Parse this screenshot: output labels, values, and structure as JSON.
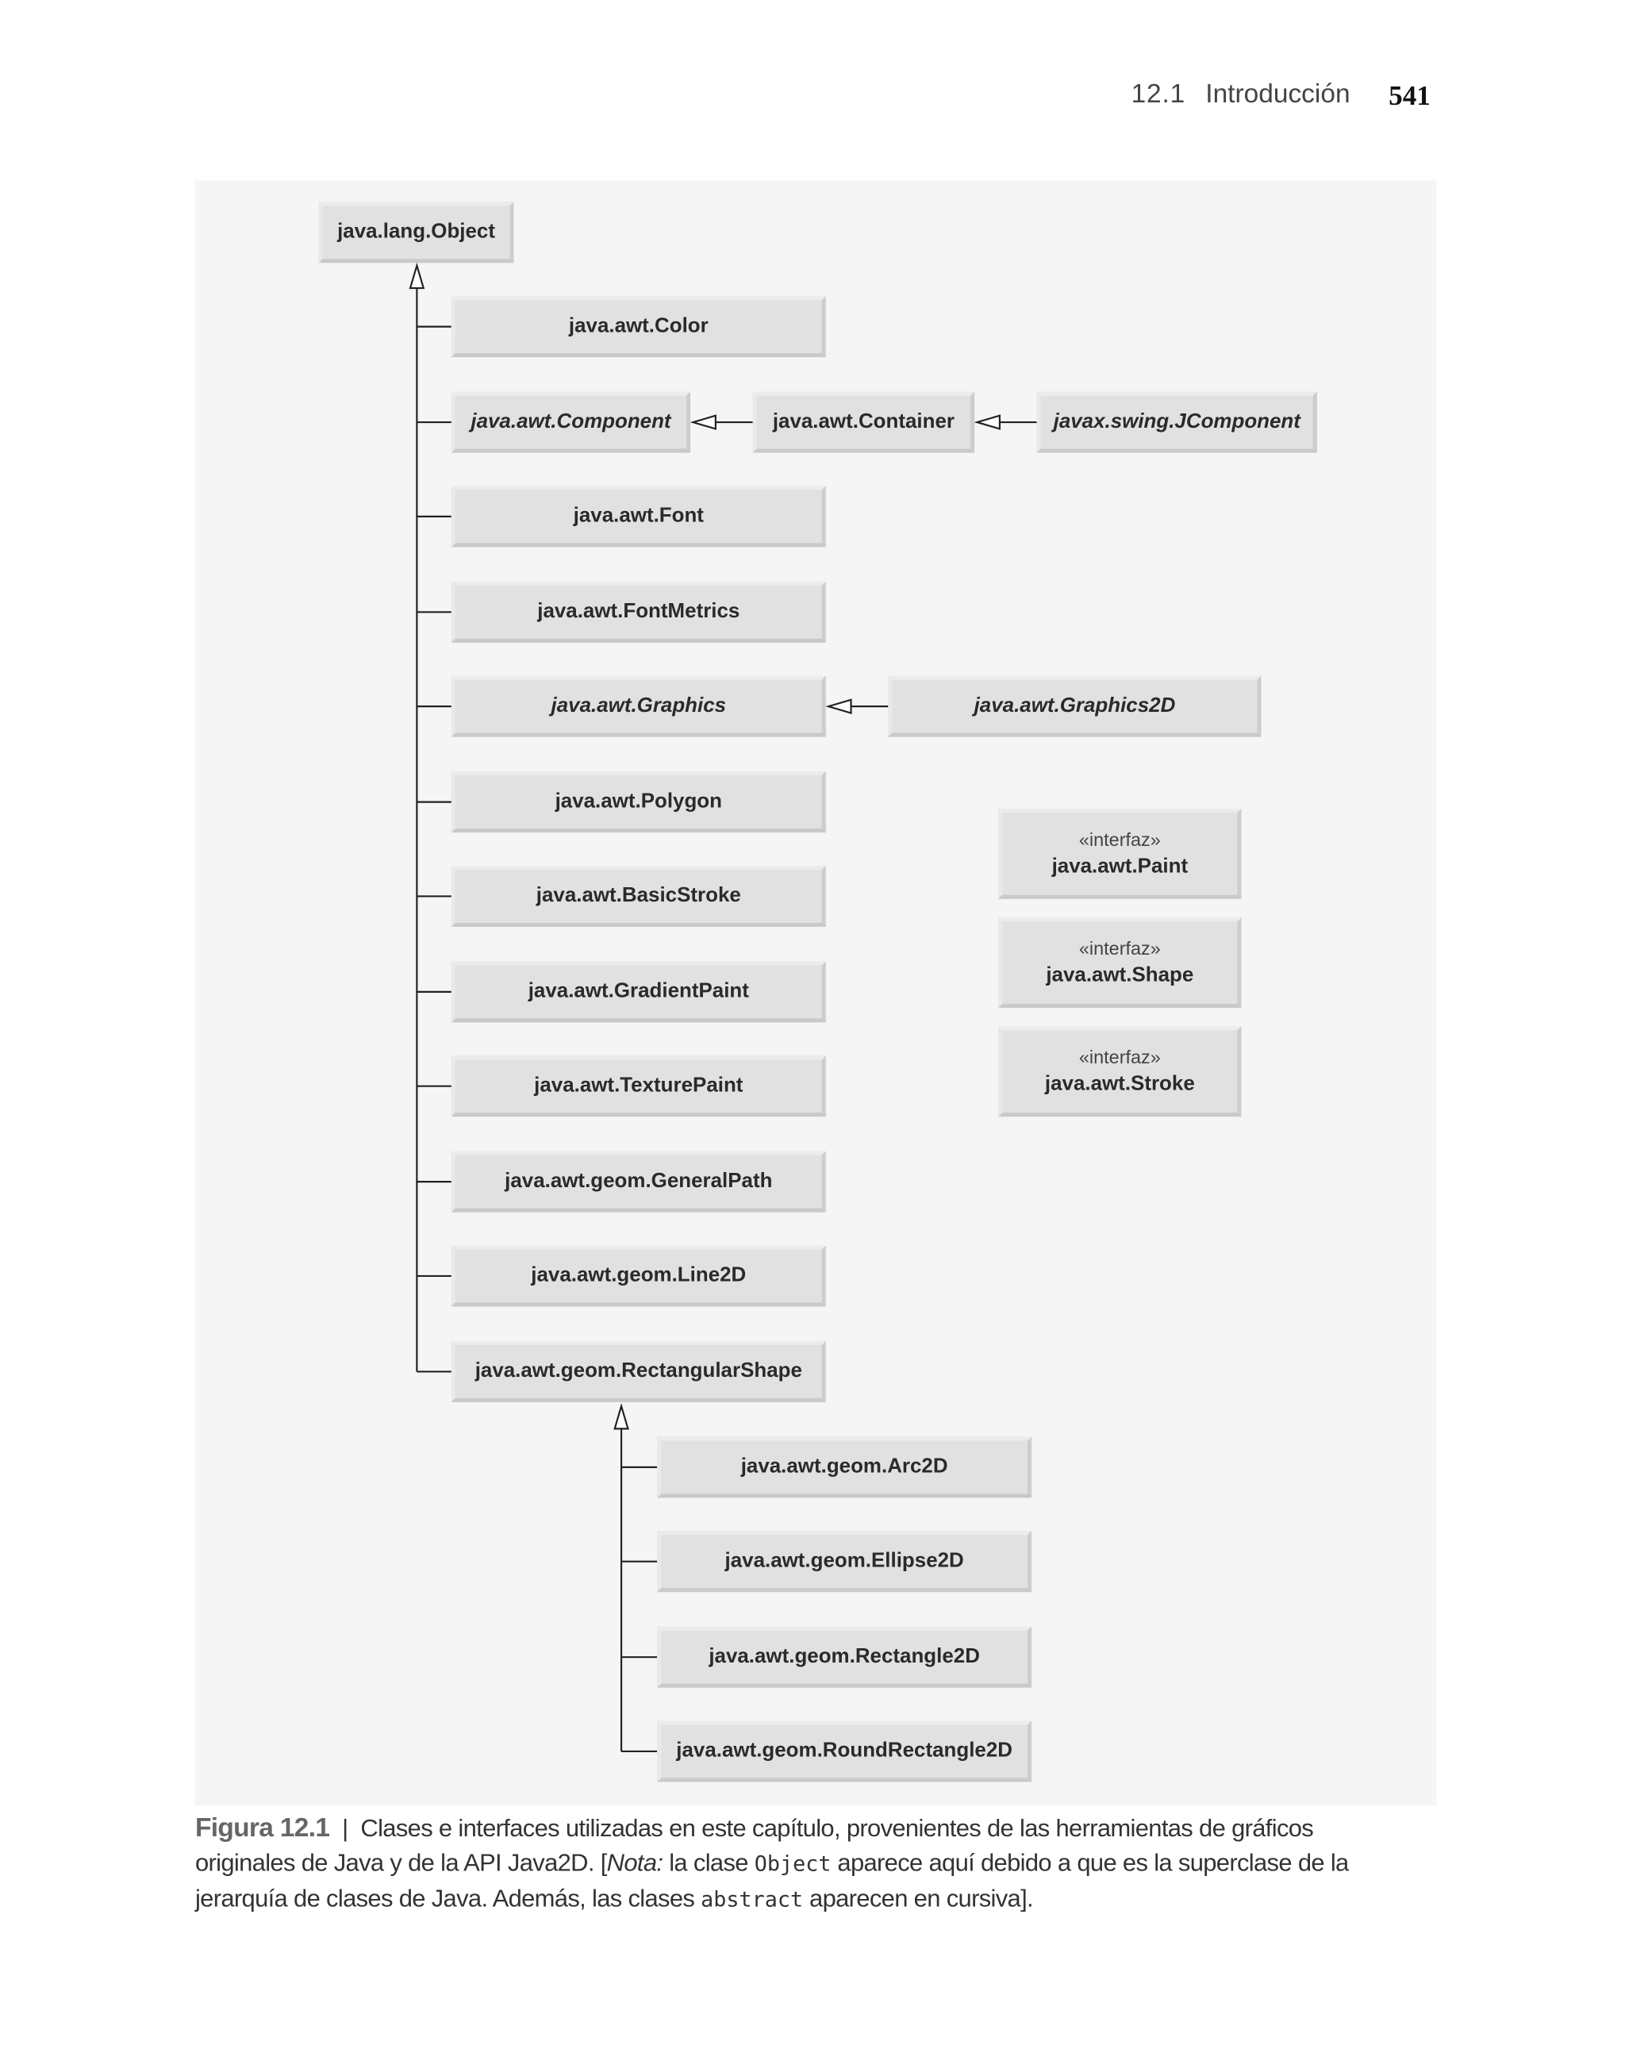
{
  "header": {
    "section": "12.1",
    "title": "Introducción",
    "page_number": "541"
  },
  "figure": {
    "root": "java.lang.Object",
    "classes": {
      "color": "java.awt.Color",
      "component": "java.awt.Component",
      "container": "java.awt.Container",
      "jcomponent": "javax.swing.JComponent",
      "font": "java.awt.Font",
      "fontmetrics": "java.awt.FontMetrics",
      "graphics": "java.awt.Graphics",
      "graphics2d": "java.awt.Graphics2D",
      "polygon": "java.awt.Polygon",
      "basicstroke": "java.awt.BasicStroke",
      "gradientpaint": "java.awt.GradientPaint",
      "texturepaint": "java.awt.TexturePaint",
      "generalpath": "java.awt.geom.GeneralPath",
      "line2d": "java.awt.geom.Line2D",
      "rectangularshape": "java.awt.geom.RectangularShape",
      "arc2d": "java.awt.geom.Arc2D",
      "ellipse2d": "java.awt.geom.Ellipse2D",
      "rectangle2d": "java.awt.geom.Rectangle2D",
      "roundrectangle2d": "java.awt.geom.RoundRectangle2D"
    },
    "interfaces": {
      "stereotype": "«interfaz»",
      "paint": "java.awt.Paint",
      "shape": "java.awt.Shape",
      "stroke": "java.awt.Stroke"
    }
  },
  "caption": {
    "label": "Figura 12.1",
    "separator": "|",
    "text1": "Clases e interfaces utilizadas en este capítulo, provenientes de las herramientas de gráficos originales de Java y de la API Java2D. [",
    "nota": "Nota:",
    "text2": " la clase ",
    "code1": "Object",
    "text3": " aparece aquí debido a que es la superclase de la jerarquía de clases de Java. Además, las clases ",
    "code2": "abstract",
    "text4": " aparecen en cursiva]."
  }
}
